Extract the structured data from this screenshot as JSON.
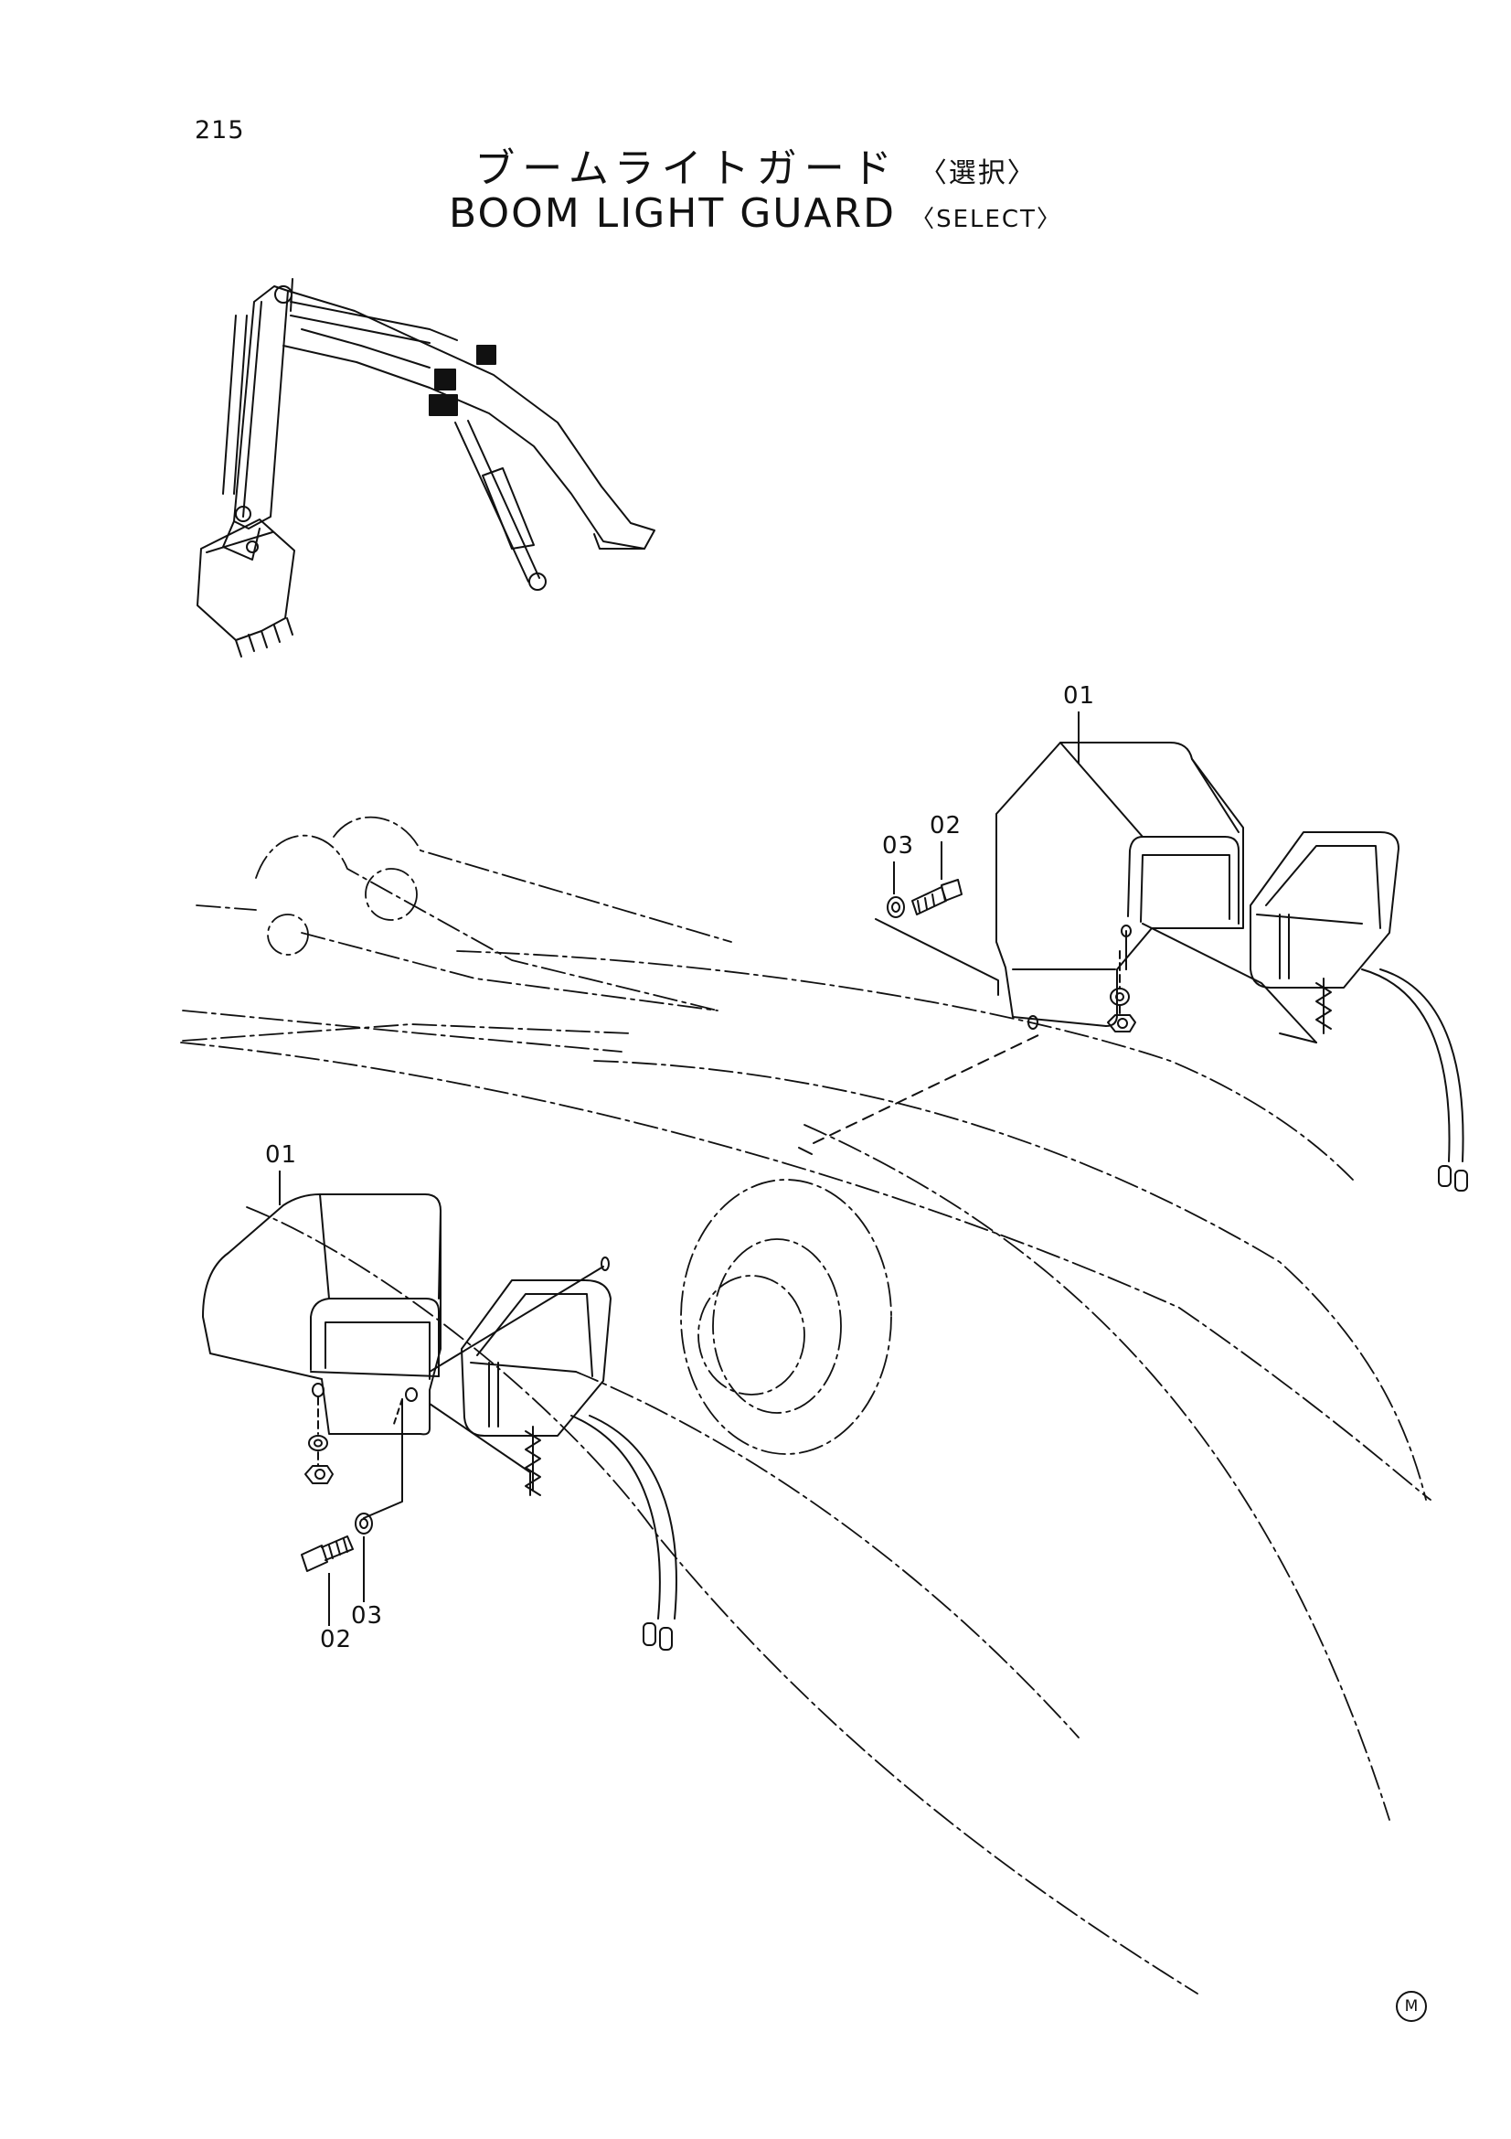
{
  "header": {
    "page_number": "215",
    "title_jp": "ブームライトガード",
    "title_jp_note": "〈選択〉",
    "title_en": "BOOM  LIGHT  GUARD",
    "title_en_note": "〈SELECT〉"
  },
  "callouts": {
    "upper_guard": "01",
    "upper_bolt": "02",
    "upper_washer": "03",
    "lower_guard": "01",
    "lower_bolt": "02",
    "lower_washer": "03"
  },
  "footer": {
    "mark": "M"
  }
}
